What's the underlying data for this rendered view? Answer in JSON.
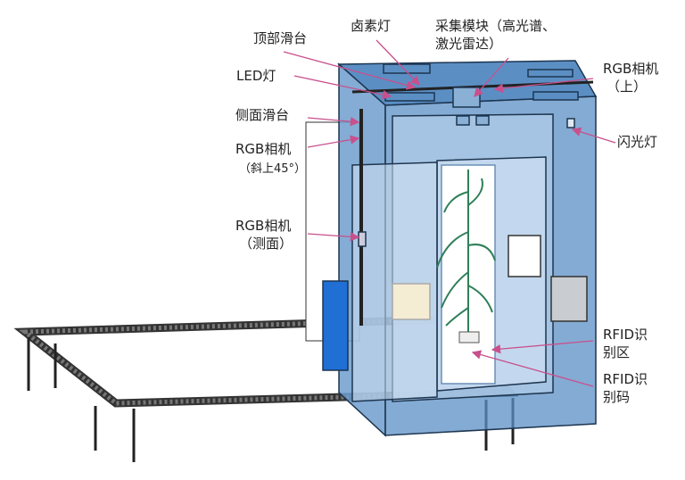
{
  "labels": {
    "halogen_lamp": "卤素灯",
    "acquisition_module_line1": "采集模块（高光谱、",
    "acquisition_module_line2": "激光雷达）",
    "top_slide": "顶部滑台",
    "led_lamp": "LED灯",
    "rgb_camera_top_line1": "RGB相机",
    "rgb_camera_top_line2": "（上）",
    "side_slide": "侧面滑台",
    "flash_lamp": "闪光灯",
    "rgb_camera_45_line1": "RGB相机",
    "rgb_camera_45_line2": "（斜上45°）",
    "rgb_camera_side_line1": "RGB相机",
    "rgb_camera_side_line2": "（测面）",
    "rfid_zone_line1": "RFID识",
    "rfid_zone_line2": "别区",
    "rfid_tag_line1": "RFID识",
    "rfid_tag_line2": "别码"
  },
  "colors": {
    "cabinet": "#5b8fc4",
    "cabinet_light": "#a9c6e4",
    "arrow": "#c8508c",
    "plant": "#2f7f5a"
  }
}
